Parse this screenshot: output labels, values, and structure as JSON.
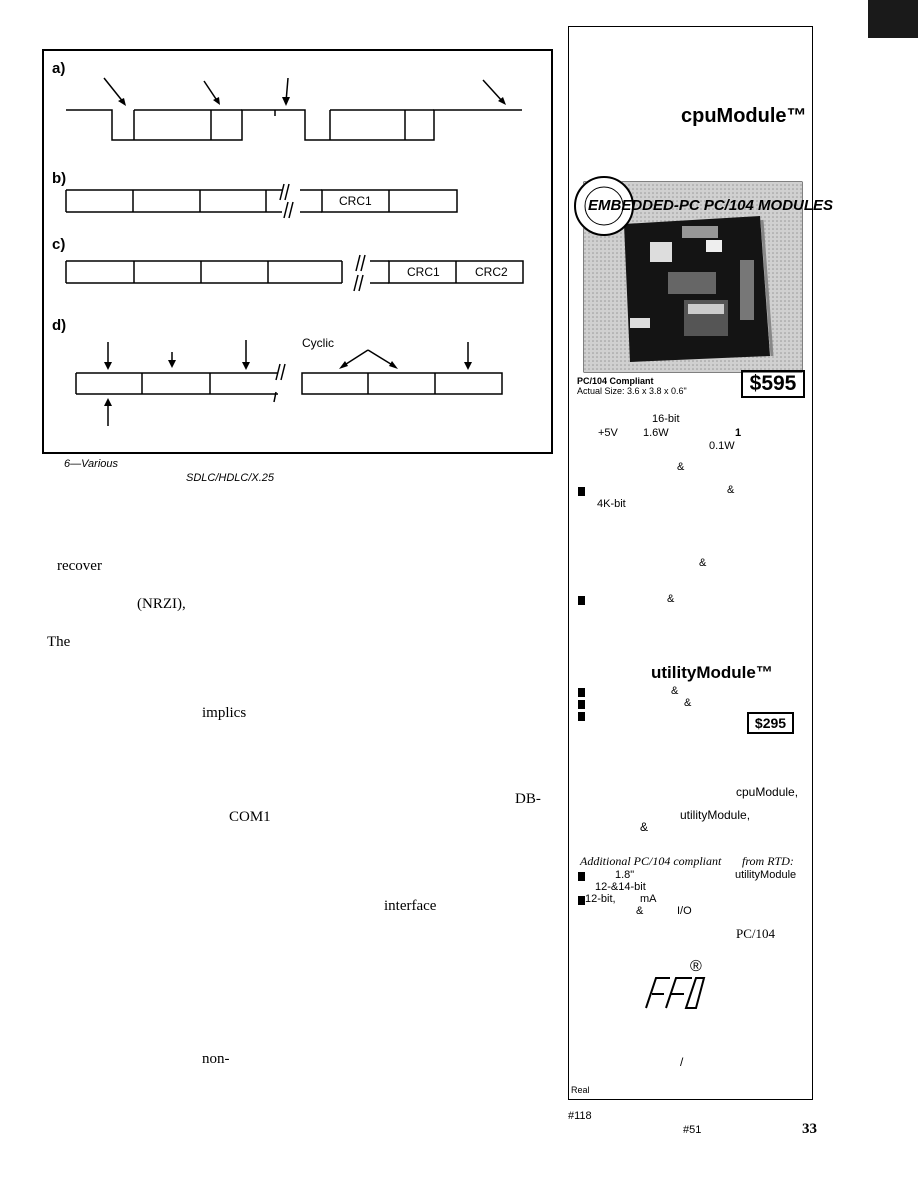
{
  "figure": {
    "labels": {
      "a": "a)",
      "b": "b)",
      "c": "c)",
      "d": "d)"
    },
    "b_crc1": "CRC1",
    "c_crc1": "CRC1",
    "c_crc2": "CRC2",
    "d_cyclic": "Cyclic",
    "caption_start": "6—Various",
    "caption_protocol": "SDLC/HDLC/X.25"
  },
  "body_text": {
    "w1": "recover",
    "w2": "(NRZI),",
    "w3": "The",
    "w4": "implics",
    "w5": "DB-",
    "w6": "COM1",
    "w7": "interface",
    "w8": "non-"
  },
  "ad": {
    "cpumodule_title": "cpuModule™",
    "badge_text": "EMBEDDED-PC PC/104 MODULES",
    "compliance": "PC/104 Compliant",
    "actual_size": "Actual Size: 3.6 x 3.8 x 0.6\"",
    "price1": "$595",
    "spec_16bit": "16-bit",
    "spec_5v": "+5V",
    "spec_16w": "1.6W",
    "spec_1": "1",
    "spec_01w": "0.1W",
    "amp1": "&",
    "amp2": "&",
    "spec_4k": "4K-bit",
    "amp3": "&",
    "amp4": "&",
    "utility_title": "utilityModule™",
    "amp5": "&",
    "amp6": "&",
    "price2": "$295",
    "cpumodule_ref": "cpuModule,",
    "utilitymodule_ref": "utilityModule,",
    "amp7": "&",
    "additional": "Additional PC/104 compliant",
    "from_rtd": "from RTD:",
    "spec_18": "1.8\"",
    "utility_ref2": "utilityModule",
    "spec_1214": "12-&14-bit",
    "spec_12bit": "12-bit,",
    "spec_ma": "mA",
    "amp8": "&",
    "spec_io": "I/O",
    "pc104": "PC/104",
    "logo_text": "rtd",
    "registered": "®",
    "slash": "/",
    "real": "Real"
  },
  "footer": {
    "ref1": "#118",
    "ref2": "#51",
    "page_number": "33"
  }
}
